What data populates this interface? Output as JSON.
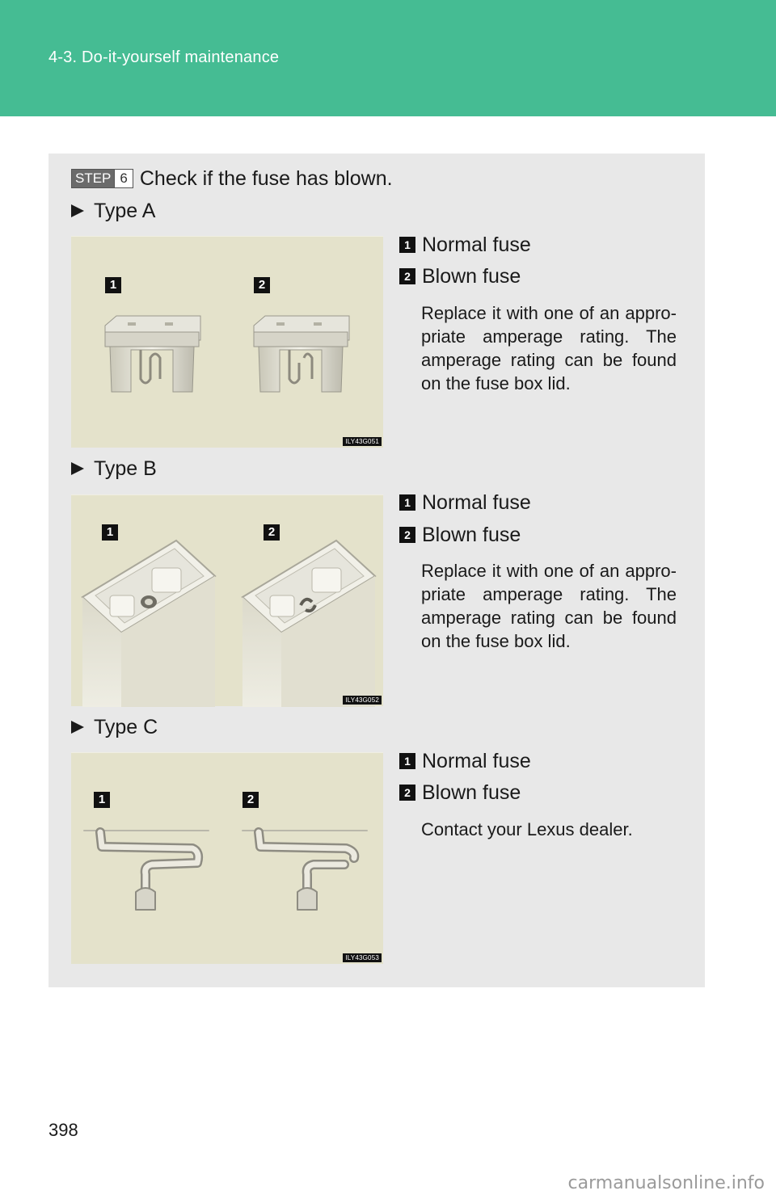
{
  "header": {
    "section_title": "4-3. Do-it-yourself maintenance"
  },
  "step": {
    "word": "STEP",
    "number": "6",
    "text": "Check if the fuse has blown."
  },
  "types": [
    {
      "label": "Type A",
      "figure_code": "ILY43G051",
      "callouts": [
        "1",
        "2"
      ],
      "legend": [
        {
          "num": "1",
          "text": "Normal fuse"
        },
        {
          "num": "2",
          "text": "Blown fuse"
        }
      ],
      "description": "Replace it with one of an appro-priate amperage rating. The amperage rating can be found on the fuse box lid."
    },
    {
      "label": "Type B",
      "figure_code": "ILY43G052",
      "callouts": [
        "1",
        "2"
      ],
      "legend": [
        {
          "num": "1",
          "text": "Normal fuse"
        },
        {
          "num": "2",
          "text": "Blown fuse"
        }
      ],
      "description": "Replace it with one of an appro-priate amperage rating. The amperage rating can be found on the fuse box lid."
    },
    {
      "label": "Type C",
      "figure_code": "ILY43G053",
      "callouts": [
        "1",
        "2"
      ],
      "legend": [
        {
          "num": "1",
          "text": "Normal fuse"
        },
        {
          "num": "2",
          "text": "Blown fuse"
        }
      ],
      "description": "Contact your Lexus dealer."
    }
  ],
  "footer": {
    "page_number": "398",
    "watermark": "carmanualsonline.info"
  }
}
